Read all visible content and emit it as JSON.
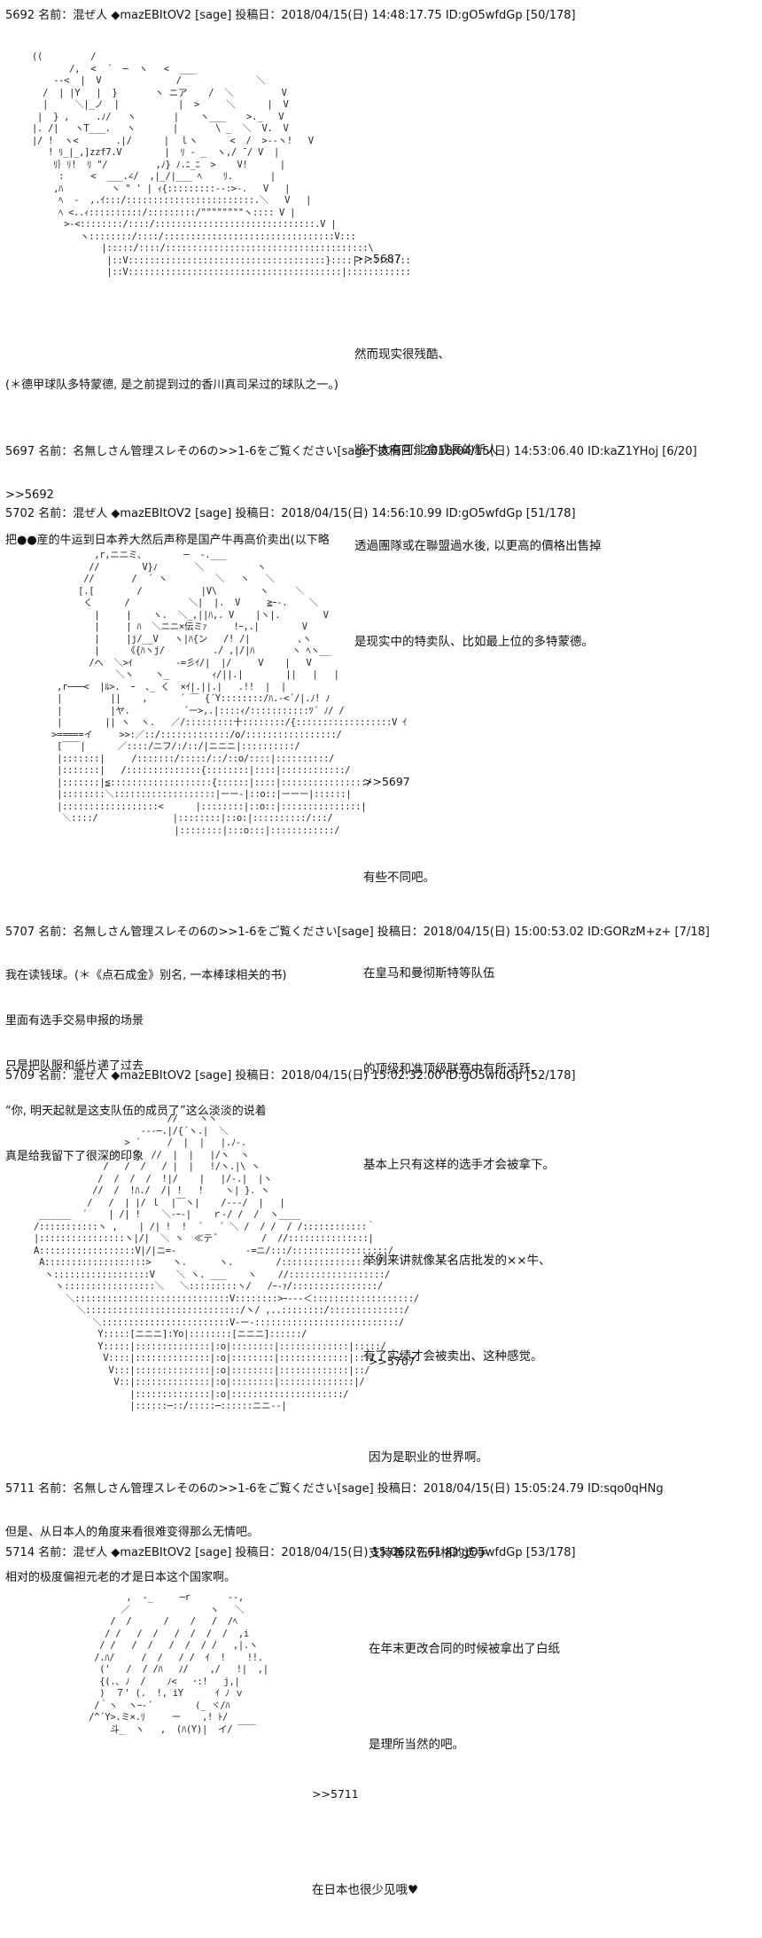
{
  "posts": [
    {
      "header": "5692 名前：混ぜ人 ◆mazEBItOV2 [sage] 投稿日：2018/04/15(日) 14:48:17.75 ID:gO5wfdGp [50/178]",
      "aa": " ((         /\n        /,  <  ´  ─  ヽ   <  ___\n     --<  |  V              /              ＼\n   /  | |Y   |  }       ヽ ニア    /  ＼         V\n   |     ＼|_ノ  |           |  >     ＼      |  V\n  |  } ,     .ﾉ/   ヽ       |    ヽ___    >._   V\n |. /|   ヽT___.   ヽ       |       \\ _  ＼  V.  V\n |/ !  ヽ<       .|/      |  ｌヽ      <  /  >--ヽ!   V\n    ! ﾘ_|_,]zzf7.V        |  ﾘ - _  ヽ,/ ̄ / V  |\n     ﾘ｝ﾘ!  ﾘ \"/         ,ﾉ} ﾉ.ﾆ_ﾆ  >    V!      |\n      :     <  ___.∠/  ,|_/|___ ﾍ    ﾘ.       |\n     ,ﾊ         ヽ \" ' | ｨ{:::::::::--:>-.   V   |\n      ﾍ  -  ,.ｲ:::/::::::::::::::::::::::::.＼   V   |\n      ﾍ <..ｨ::::::::::/:::::::::/\"\"\"\"\"\"\"\"ヽ:::: V |\n       >-<::::::::/::::/::::::::::::::::::::::::::::::.V |\n          ヽ::::::::/::::/::::::::::::::::::::::::::::::::V:::\n              |:::::/::::/::::::::::::::::::::::::::::::::::::::\\\n               |::V:::::::::::::::::::::::::::::::::::::}::::|::::::::::\n               |::V::::::::::::::::::::::::::::::::::::::::|::::::::::::",
      "bubble": [
        ">>5687",
        "然而现实很残酷、",
        "將不太有可能會成長的新人",
        "透過團隊或在聯盟過水後, 以更高的價格出售掉",
        "是现实中的特卖队、比如最上位的多特蒙德。"
      ],
      "note": "(＊德甲球队多特蒙德, 是之前提到过的香川真司呆过的球队之一。)"
    },
    {
      "header": "5697 名前：名無しさん管理スレその6の>>1-6をご覧ください[sage] 投稿日：2018/04/15(日) 14:53:06.40 ID:kaZ1YHoj [6/20]",
      "lines": [
        ">>5692",
        "把●●産的牛运到日本养大然后声称是国产牛再高价卖出(以下略"
      ]
    },
    {
      "header": "5702 名前：混ぜ人 ◆mazEBItOV2 [sage] 投稿日：2018/04/15(日) 14:56:10.99 ID:gO5wfdGp [51/178]",
      "aa": "           ,r,ニニミ、       ─  ‐.___\n          //        V}ﾉ       ＼          ヽ\n         //       /  ´ ヽ         ＼   ヽ   ＼\n        [.[        /           |V\\        ヽ     ＼\n         く      /           ＼|  |.  V     ≧ｰ-.    ＼\n           |     |    ヽ.  ＼_,||ﾊ,. V    |ヽ|.        V\n           |     | ﾊ  ＼ニニ×伝ミｧ     !ｰ,.|        V\n           |     |j/__V   ヽ|ﾊ{ン   /! /|         ､ヽ\n           |     《{ﾊヽj/         ./ ,|/|ﾊ       ヽ ﾍヽ__\n          /ヘ  ＼>ｲ        -=彡ｲ/|  |/     V    |   V\n               ＼ヽ    ヽ_        ｨ/||.|        ||   |   |\n    ,r───<  |ﾙ>.  ｰ  ､_ く  ×ｲ|.||.|   .!!  |  |\n    |         ||    ,      ´ ￣ {´Y::::::::/ﾊ.-<´/|.ﾉ! ﾉ\n    |         |ヤ.          ´ー>,.|::::ｨ/:::::::::::ﾂ´ ﾉ/ /\n    |        || ヽ  ヽ.   ／/:::::::::十::::::::/{::::::::::::::::::V ｲ\n   >=====イ     >>:／::/:::::::::::::/o/:::::::::::::::::/\n    [￣￣|      ／::::/ニフ/:/::/|ニニニ|::::::::::/\n    |:::::::|     /:::::::/:::::/::/::o/::::|::::::::::/\n    |:::::::|   /::::::::::::::{::::::::|::::|::::::::::::/\n    |:::::::|≦:::::::::::::::::::{::::::|::::|::::::::::::::::/\n    |::::::::＼:::::::::::::::::::|ーー‐|::o::|ーーー|::::::|\n    |::::::::::::::::::<      |::::::::|::o::|:::::::::::::::|\n     ＼::::/              |::::::::|::o:|::::::::::/:::/\n                          |::::::::|:::o:::|::::::::::::/",
      "bubble": [
        ">>5697",
        "有些不同吧。",
        "在皇马和曼彻斯特等队伍",
        "的顶级和准顶级联赛中有所活跃、",
        "基本上只有这样的选手才会被拿下。",
        "举例来讲就像某名店批发的××牛、",
        "有了实绩才会被卖出、这种感觉。"
      ]
    },
    {
      "header": "5707 名前：名無しさん管理スレその6の>>1-6をご覧ください[sage] 投稿日：2018/04/15(日) 15:00:53.02 ID:GORzM+z+ [7/18]",
      "lines": [
        "我在读钱球。(＊《点石成金》别名, 一本棒球相关的书)",
        "里面有选手交易申报的场景",
        "只是把队服和纸片递了过去",
        "“你, 明天起就是这支队伍的成员了”这么淡淡的说着",
        "真是给我留下了很深的印象"
      ]
    },
    {
      "header": "5709 名前：混ぜ人 ◆mazEBItOV2 [sage] 投稿日：2018/04/15(日) 15:02:32.00 ID:gO5wfdGp [52/178]",
      "aa": "                           //    ヽヽ\n                      -‐‐─.|/{´ヽ.|  ＼\n                   > ´     /  |  |   |.ﾉ-.\n                 /   ´  //  |  |   |/ヽ  ヽ\n               /   /  /   / |  |   !/ヽ.|\\ ヽ\n              /  /  /  /  !|/    |   |/-.|  |ヽ\n             //  /  !ﾊ./  /| !   !    ヽ| }. ヽ\n            /   /  | |/ ｌ  |￣ヽ|    /---/  |   |\n   ______  ´    | /| !    ＼-ｰ-|    ｒ-/ /  /  ヽ____\n  /:::::::::::ヽ ,    | /| !  !  ´   ´ ＼ /  / /  / /::::::::::::｀\n  |::::::::::::::::ヽ|/|  ＼ ヽ  ≪テ ﾞ        /  //:::::::::::::::|\n  A::::::::::::::::::V|/|ニ=-             -=ニ/:::/::::::::::::::::::/\n   A:::::::::::::::::::>    ヽ.      ヽ.        /::::::::::::::::::/\n    ヽ::::::::::::::::::V    ＼ ヽ. ___    ヽ    //::::::::::::::::::/\n      ヽ:::::::::::::::::＼   ＼:::::::::ヽ/   /ｰ-ｧ/::::::::::::::::/\n        ＼:::::::::::::::::::::::::::::V::::::::>ｰ‐‐-＜:::::::::::::::::::/\n          ＼:::::::::::::::::::::::::::::/ヽ/ ,..::::::::/::::::::::::::/\n             ＼::::::::::::::::::::::::V-ー-:::::::::::::::::::::::::::/\n              Y:::::[ニニニ]:Yo|::::::::[ニニニ]::::::/\n              Y:::::|::::::::::::::|:o|::::::::|:::::::::::::|:::::/\n               V::::|::::::::::::::|:o|::::::::|:::::::::::::|:::/\n                V:::|::::::::::::::|:o|::::::::|:::::::::::::|::/\n                 V::|::::::::::::::|:o|::::::::|::::::::::::::|/\n                    |::::::::::::::|:o|:::::::::::::::::::::/\n                    |::::::─::/:::::─::::::ニニ--|",
      "bubble": [
        ">>5707",
        "因为是职业的世界啊。",
        "支持着队伍升格的选手",
        "在年末更改合同的时候被拿出了白纸",
        "是理所当然的吧。"
      ]
    },
    {
      "header": "5711 名前：名無しさん管理スレその6の>>1-6をご覧ください[sage] 投稿日：2018/04/15(日) 15:05:24.79 ID:sqo0qHNg",
      "lines": [
        "但是、从日本人的角度来看很难变得那么无情吧。",
        "相对的极度偏袒元老的才是日本这个国家啊。"
      ]
    },
    {
      "header": "5714 名前：混ぜ人 ◆mazEBItOV2 [sage] 投稿日：2018/04/15(日) 15:06:27.61 ID:gO5wfdGp [53/178]",
      "aa": "                  ,  -_     ─r       ‐-,\n                 ／               ヽ   ＼\n               /  /      /    /   /  /ﾍ\n              / /   /  /   /  /  /  /  ,i\n             / /   /  /   /  /  / /   ,|.ヽ\n            /.ﾊ/     /  /   / /  ｲ  !    !!.\n             ('   /  / /ﾊ   ﾉ/    ,/   !|  ,|\n             {(.､ ﾉ  /    ﾉ<   ･:!   j,|\n             )  ７' (.  !, iY      ｲ ﾉ ｖ\n            /｀ヽ  ヽｰ‐´        (_ ヾ/ﾊ\n           /^´Y>.ミ×.ﾘ     ー    ,! ﾄ/\n               斗_  ヽ   ,  (ﾊ(Y)|  イ/ ￣￣",
      "bubble": [
        ">>5711",
        "在日本也很少见哦♥"
      ]
    }
  ]
}
